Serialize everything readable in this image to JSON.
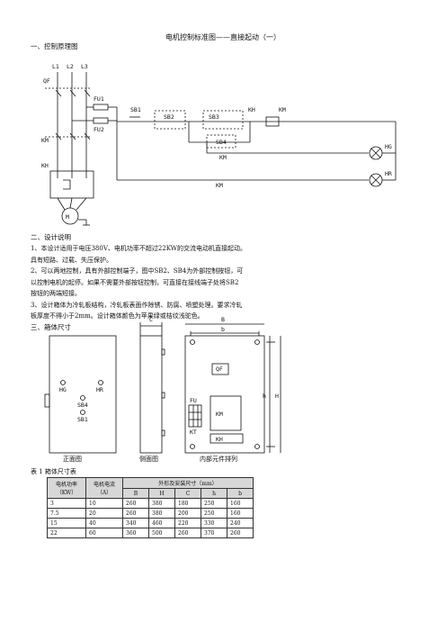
{
  "title": "电机控制标准图——直接起动（一）",
  "sections": {
    "s1": "一、控制原理图",
    "s2": "二、设计说明",
    "s3": "三、箱体尺寸"
  },
  "diagram": {
    "phases": [
      "L1",
      "L2",
      "L3"
    ],
    "qf": "QF",
    "fu1": "FU1",
    "fu2": "FU2",
    "km": "KM",
    "kh": "KH",
    "motor": "M",
    "sb1": "SB1",
    "sb2": "SB2",
    "sb3": "SB3",
    "sb4": "SB4",
    "kh_contact": "KH",
    "km_coil": "KM",
    "hg": "HG",
    "hr": "HR",
    "km_aux1": "KM",
    "km_aux2": "KM"
  },
  "notes": [
    "1、本设计适用于电压380V、电机功率不超过22KW的交流电动机直接起动。",
    "具有短路、过载、失压保护。",
    "2、可以两地控制，具有外部控制端子，图中SB2、SB4为外部控制按钮，可",
    "以控制电机的起停。如果不需要外部按钮控制，可直接在接线端子处将SB2",
    "按钮的两端短接。",
    "3、设计箱体为冷轧板结构，冷轧板表面作除锈、防腐、喷塑处理。要求冷轧",
    "板厚度不得小于2mm。设计箱体颜色为苹果绿或桔纹浅驼色。"
  ],
  "box": {
    "front": {
      "hg": "HG",
      "hr": "HR",
      "sb4": "SB4",
      "sb1": "SB1",
      "caption": "正面图"
    },
    "side": {
      "c": "C",
      "caption": "侧面图"
    },
    "inner": {
      "b_outer": "B",
      "b_inner": "b",
      "h_inner": "h",
      "h_outer": "H",
      "qf": "QF",
      "fu": "FU",
      "km": "KM",
      "kt": "KT",
      "kh": "KH",
      "caption": "内部元件排列"
    }
  },
  "table": {
    "caption": "表 1  箱体尺寸表",
    "h_power": "电机功率（KW）",
    "h_current": "电机电流（A）",
    "h_dims": "外形及安装尺寸（mm）",
    "cols": [
      "B",
      "H",
      "C",
      "h",
      "b"
    ],
    "rows": [
      [
        "3",
        "10",
        "260",
        "380",
        "180",
        "250",
        "160"
      ],
      [
        "7.5",
        "20",
        "260",
        "380",
        "200",
        "250",
        "160"
      ],
      [
        "15",
        "40",
        "340",
        "460",
        "220",
        "330",
        "240"
      ],
      [
        "22",
        "60",
        "360",
        "500",
        "260",
        "370",
        "260"
      ]
    ]
  }
}
